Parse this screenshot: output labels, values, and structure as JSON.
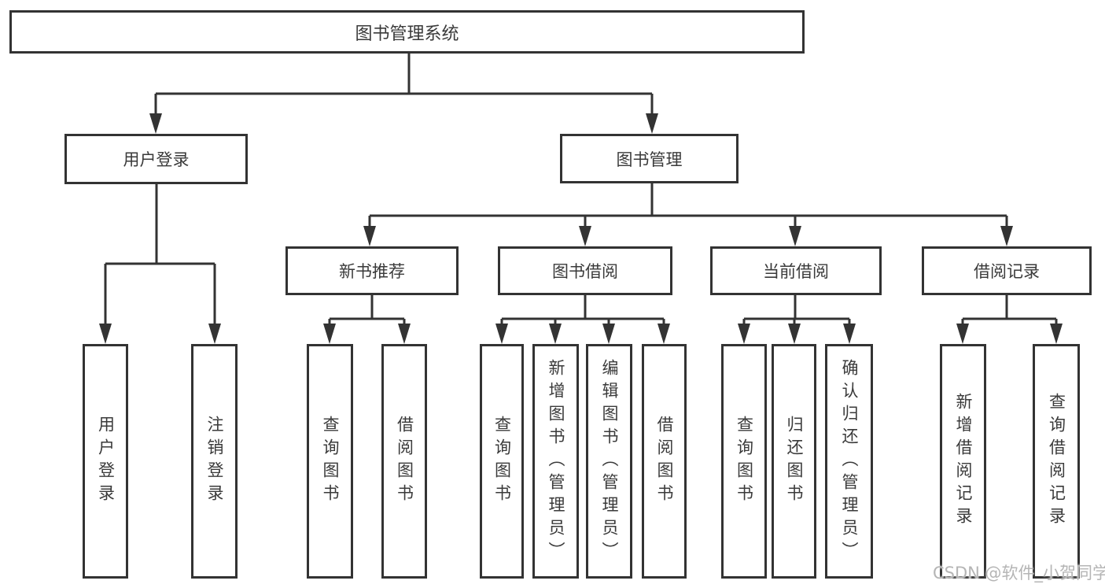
{
  "diagram": {
    "title": "图书管理系统",
    "tree": {
      "label": "图书管理系统",
      "children": [
        {
          "label": "用户登录",
          "children": [
            {
              "label": "用户登录"
            },
            {
              "label": "注销登录"
            }
          ]
        },
        {
          "label": "图书管理",
          "children": [
            {
              "label": "新书推荐",
              "children": [
                {
                  "label": "查询图书"
                },
                {
                  "label": "借阅图书"
                }
              ]
            },
            {
              "label": "图书借阅",
              "children": [
                {
                  "label": "查询图书"
                },
                {
                  "label": "新增图书（管理员）"
                },
                {
                  "label": "编辑图书（管理员）"
                },
                {
                  "label": "借阅图书"
                }
              ]
            },
            {
              "label": "当前借阅",
              "children": [
                {
                  "label": "查询图书"
                },
                {
                  "label": "归还图书"
                },
                {
                  "label": "确认归还（管理员）"
                }
              ]
            },
            {
              "label": "借阅记录",
              "children": [
                {
                  "label": "新增借阅记录"
                },
                {
                  "label": "查询借阅记录"
                }
              ]
            }
          ]
        }
      ]
    }
  },
  "watermark": {
    "text": "CSDN @软件_小贺同学"
  },
  "colors": {
    "line": "#333333",
    "text": "#3a3a3a",
    "watermark": "#b5b5b5",
    "bg": "#ffffff"
  }
}
